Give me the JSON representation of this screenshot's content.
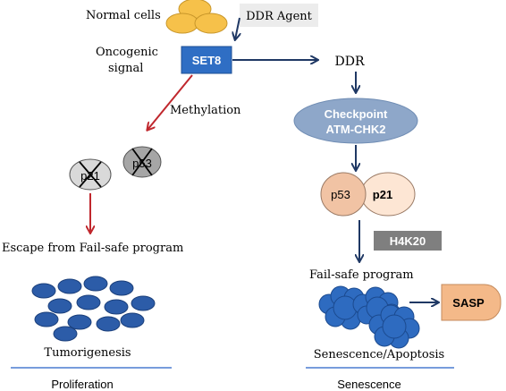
{
  "labels": {
    "normal_cells": "Normal cells",
    "ddr_agent": "DDR Agent",
    "oncogenic_line1": "Oncogenic",
    "oncogenic_line2": "signal",
    "set8": "SET8",
    "ddr": "DDR",
    "methylation": "Methylation",
    "checkpoint_line1": "Checkpoint",
    "checkpoint_line2": "ATM-CHK2",
    "p53_crossed": "p53",
    "p21_crossed": "p21",
    "p53_complex": "p53",
    "p21_complex": "p21",
    "h4k20": "H4K20",
    "escape": "Escape from Fail-safe program",
    "failsafe": "Fail-safe program",
    "sasp": "SASP",
    "tumorigenesis": "Tumorigenesis",
    "senescence_apoptosis": "Senescence/Apoptosis",
    "proliferation": "Proliferation",
    "senescence": "Senescence"
  },
  "colors": {
    "yellow_cell": "#f6c14a",
    "blue_box": "#2f6ec4",
    "navy_arrow": "#1f3864",
    "red_arrow": "#c0272d",
    "grey_box": "#ececec",
    "dark_grey_box": "#7f7f7f",
    "checkpoint_ellipse": "#8ea7c9",
    "p53_fill": "#f1c3a4",
    "p21_fill": "#fde6d4",
    "sasp_fill": "#f4b989",
    "tumor_cell": "#2c5ca8",
    "cloud_fill": "#2e6bc0",
    "divider": "#4a7bd0",
    "crossed_p53_fill": "#a6a6a6",
    "crossed_p21_fill": "#d9d9d9"
  }
}
